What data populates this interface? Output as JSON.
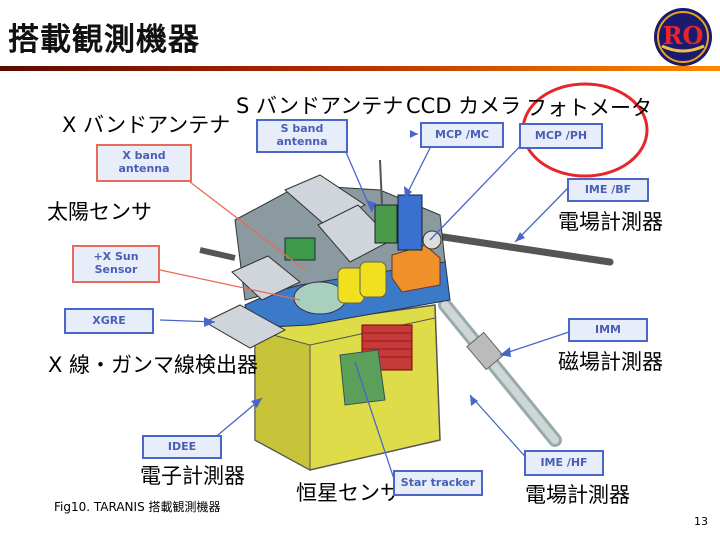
{
  "slide": {
    "title": "搭載観測機器",
    "caption": "Fig10. TARANIS 搭載観測機器",
    "page_number": "13"
  },
  "logo": {
    "letters": "RO",
    "icon": "mission-logo"
  },
  "labels": {
    "x_band_antenna_jp": "X バンドアンテナ",
    "s_band_antenna_jp": "S バンドアンテナ",
    "ccd_camera_jp": "CCD カメラ",
    "photometer_jp": "フォトメータ",
    "sun_sensor_jp": "太陽センサ",
    "xgre_jp": "X 線・ガンマ線検出器",
    "ime_bf_jp": "電場計測器",
    "imm_jp": "磁場計測器",
    "idee_jp": "電子計測器",
    "star_tracker_jp": "恒星センサ",
    "ime_hf_jp": "電場計測器"
  },
  "boxes": {
    "x_band_antenna": "X band\nantenna",
    "s_band_antenna": "S band\nantenna",
    "mcp_mc": "MCP /MC",
    "mcp_ph": "MCP /PH",
    "ime_bf": "IME /BF",
    "sun_sensor": "+X Sun\nSensor",
    "xgre": "XGRE",
    "imm": "IMM",
    "idee": "IDEE",
    "star_tracker": "Star tracker",
    "ime_hf": "IME /HF"
  },
  "colors": {
    "accent_red": "#e8262a",
    "box_border_blue": "#4a66c8",
    "box_border_red": "#e66b5a",
    "box_fill": "#e7edf9",
    "box_text": "#4a5fb4",
    "title_rule_dark": "#5a0a00",
    "title_rule_light": "#ff8a00"
  }
}
